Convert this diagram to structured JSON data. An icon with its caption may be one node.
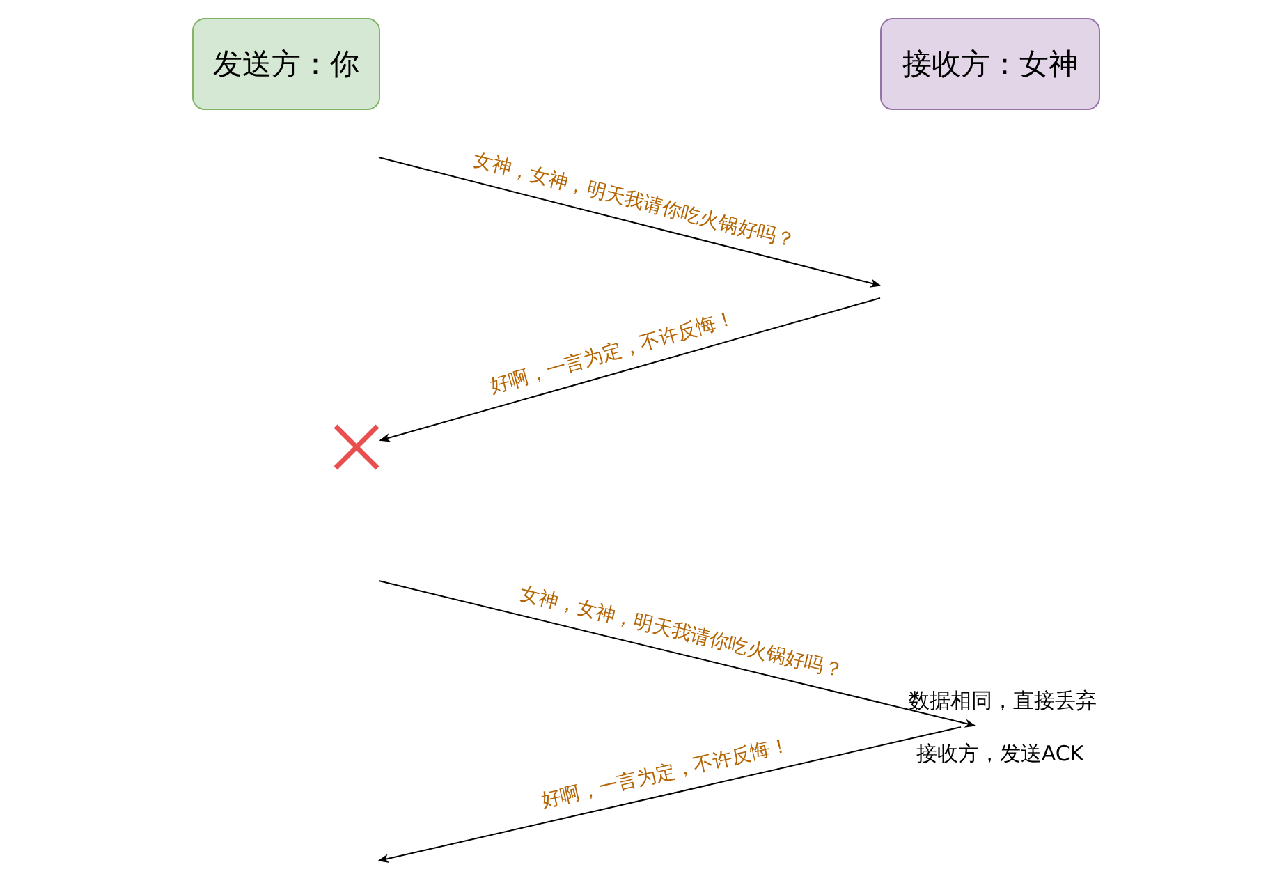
{
  "diagram": {
    "nodes": [
      {
        "text": [
          "发送方：你"
        ]
      },
      {
        "text": [
          "接收方：女神"
        ]
      },
      {
        "text": [],
        "shape": "cross"
      },
      {
        "text": [
          "数据相同，直接丢弃"
        ]
      },
      {
        "text": [
          "接收方，发送ACK"
        ]
      }
    ],
    "edges": [
      {
        "from": null,
        "to": 2,
        "arrow": "to",
        "label": "好啊，一言为定，不许反悔！"
      },
      {
        "from": null,
        "to": 3,
        "arrow": "to",
        "label": "女神，女神，明天我请你吃火锅好吗？"
      },
      {
        "from": 4,
        "to": null,
        "arrow": "to",
        "label": "好啊，一言为定，不许反悔！"
      }
    ],
    "labels": [
      "女神，女神，明天我请你吃火锅好吗？"
    ]
  }
}
